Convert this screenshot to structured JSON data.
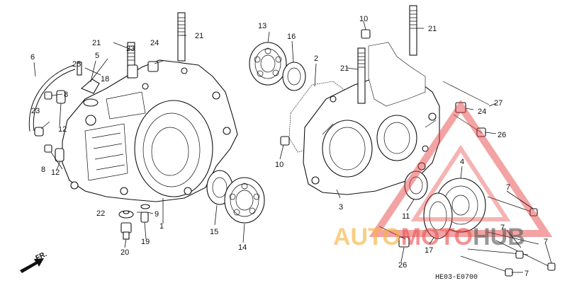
{
  "diagram": {
    "ref_code": "HE03-E0700",
    "direction_label": "FR."
  },
  "parts": [
    {
      "id": "p1",
      "number": "1"
    },
    {
      "id": "p2",
      "number": "2"
    },
    {
      "id": "p3",
      "number": "3"
    },
    {
      "id": "p4",
      "number": "4"
    },
    {
      "id": "p5",
      "number": "5"
    },
    {
      "id": "p6",
      "number": "6"
    },
    {
      "id": "p7a",
      "number": "7"
    },
    {
      "id": "p7b",
      "number": "7"
    },
    {
      "id": "p7c",
      "number": "7"
    },
    {
      "id": "p7d",
      "number": "7"
    },
    {
      "id": "p8a",
      "number": "8"
    },
    {
      "id": "p8b",
      "number": "8"
    },
    {
      "id": "p9",
      "number": "9"
    },
    {
      "id": "p10a",
      "number": "10"
    },
    {
      "id": "p10b",
      "number": "10"
    },
    {
      "id": "p11",
      "number": "11"
    },
    {
      "id": "p12a",
      "number": "12"
    },
    {
      "id": "p12b",
      "number": "12"
    },
    {
      "id": "p13",
      "number": "13"
    },
    {
      "id": "p14",
      "number": "14"
    },
    {
      "id": "p15",
      "number": "15"
    },
    {
      "id": "p16",
      "number": "16"
    },
    {
      "id": "p17",
      "number": "17"
    },
    {
      "id": "p18",
      "number": "18"
    },
    {
      "id": "p19",
      "number": "19"
    },
    {
      "id": "p20",
      "number": "20"
    },
    {
      "id": "p21a",
      "number": "21"
    },
    {
      "id": "p21b",
      "number": "21"
    },
    {
      "id": "p21c",
      "number": "21"
    },
    {
      "id": "p21d",
      "number": "21"
    },
    {
      "id": "p22",
      "number": "22"
    },
    {
      "id": "p23a",
      "number": "23"
    },
    {
      "id": "p23b",
      "number": "23"
    },
    {
      "id": "p24a",
      "number": "24"
    },
    {
      "id": "p24b",
      "number": "24"
    },
    {
      "id": "p25",
      "number": "25"
    },
    {
      "id": "p26a",
      "number": "26"
    },
    {
      "id": "p26b",
      "number": "26"
    },
    {
      "id": "p27",
      "number": "27"
    }
  ],
  "watermark": {
    "text_part1": "AUTO",
    "text_part2": "MOTO",
    "text_part3": "HUB",
    "color_orange": "#f5a623",
    "color_red": "#e63a3a",
    "color_dark": "#444444"
  }
}
